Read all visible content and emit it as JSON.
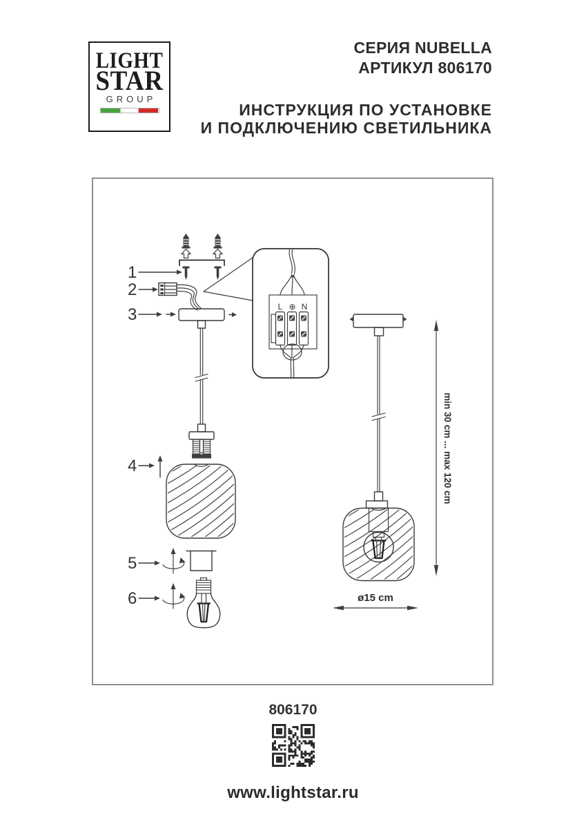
{
  "logo": {
    "line1": "LIGHT",
    "line2": "STAR",
    "line3": "GROUP"
  },
  "header": {
    "series": "СЕРИЯ NUBELLA",
    "article": "АРТИКУЛ 806170",
    "instruction_line1": "ИНСТРУКЦИЯ ПО УСТАНОВКЕ",
    "instruction_line2": "И ПОДКЛЮЧЕНИЮ СВЕТИЛЬНИКА"
  },
  "diagram": {
    "part_labels": [
      "1",
      "2",
      "3",
      "4",
      "5",
      "6"
    ],
    "terminal": {
      "l": "L",
      "earth": "⊕",
      "n": "N"
    },
    "dim_height": "min 30 cm ... max 120 cm",
    "dim_diameter": "ø15 cm"
  },
  "footer": {
    "article_number": "806170",
    "website": "www.lightstar.ru"
  },
  "colors": {
    "flag_green": "#45a33e",
    "flag_red": "#d42b27",
    "line": "#3a3a3a",
    "text": "#2d2d2d",
    "box_border": "#8f8f8f"
  }
}
